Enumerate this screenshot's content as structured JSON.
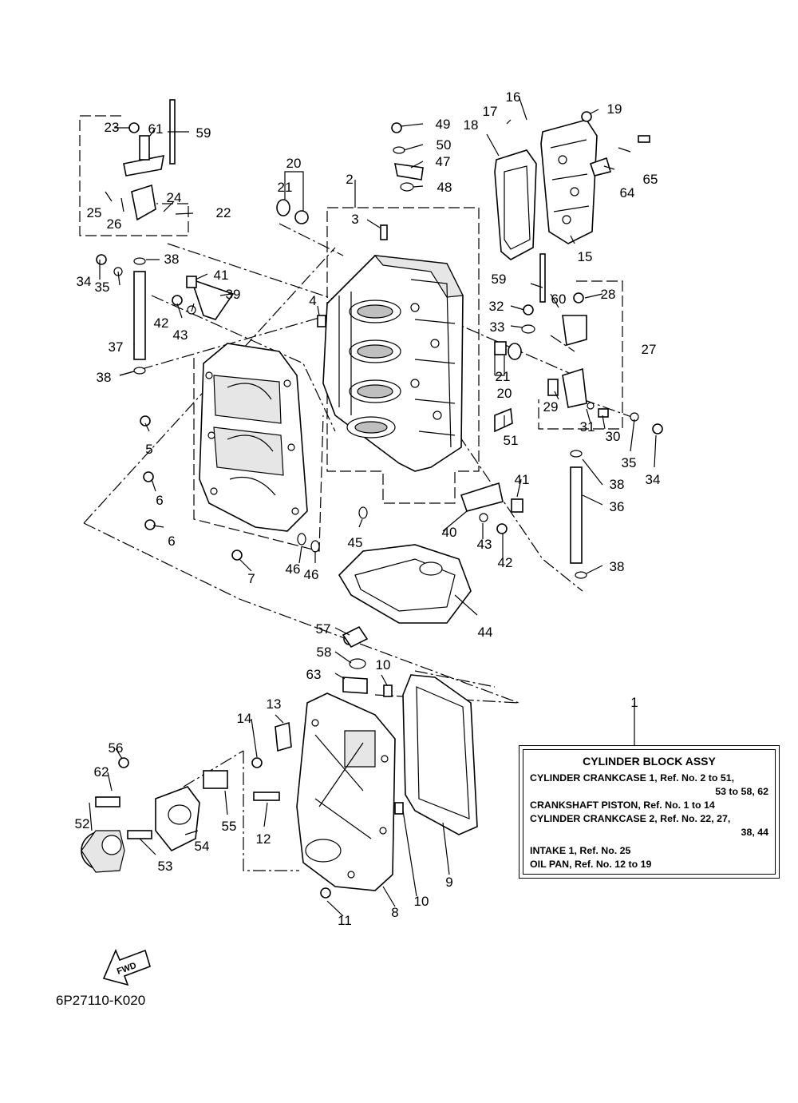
{
  "diagram": {
    "drawing_code": "6P27110-K020",
    "fwd_label": "FWD",
    "assembly_ref": "1",
    "callouts": [
      "2",
      "3",
      "4",
      "5",
      "6",
      "6",
      "7",
      "8",
      "9",
      "10",
      "10",
      "11",
      "12",
      "13",
      "14",
      "15",
      "16",
      "17",
      "18",
      "19",
      "20",
      "20",
      "21",
      "21",
      "22",
      "23",
      "24",
      "25",
      "26",
      "27",
      "28",
      "29",
      "30",
      "31",
      "32",
      "33",
      "34",
      "34",
      "35",
      "35",
      "36",
      "37",
      "38",
      "38",
      "38",
      "38",
      "39",
      "40",
      "41",
      "41",
      "42",
      "42",
      "43",
      "43",
      "44",
      "45",
      "46",
      "46",
      "47",
      "48",
      "49",
      "50",
      "51",
      "52",
      "53",
      "54",
      "55",
      "56",
      "57",
      "58",
      "59",
      "59",
      "60",
      "61",
      "62",
      "63",
      "64",
      "65"
    ]
  },
  "legend": {
    "title": "CYLINDER BLOCK ASSY",
    "rows": [
      {
        "text": "CYLINDER CRANKCASE 1,  Ref. No. 2 to 51,",
        "cont": "53 to 58, 62"
      },
      {
        "text": "CRANKSHAFT PISTON,  Ref. No. 1 to 14",
        "cont": ""
      },
      {
        "text": "CYLINDER CRANKCASE 2,  Ref. No. 22, 27,",
        "cont": "38, 44"
      },
      {
        "text": "INTAKE 1,  Ref. No. 25",
        "cont": ""
      },
      {
        "text": "OIL PAN,  Ref. No. 12 to 19",
        "cont": ""
      }
    ]
  }
}
